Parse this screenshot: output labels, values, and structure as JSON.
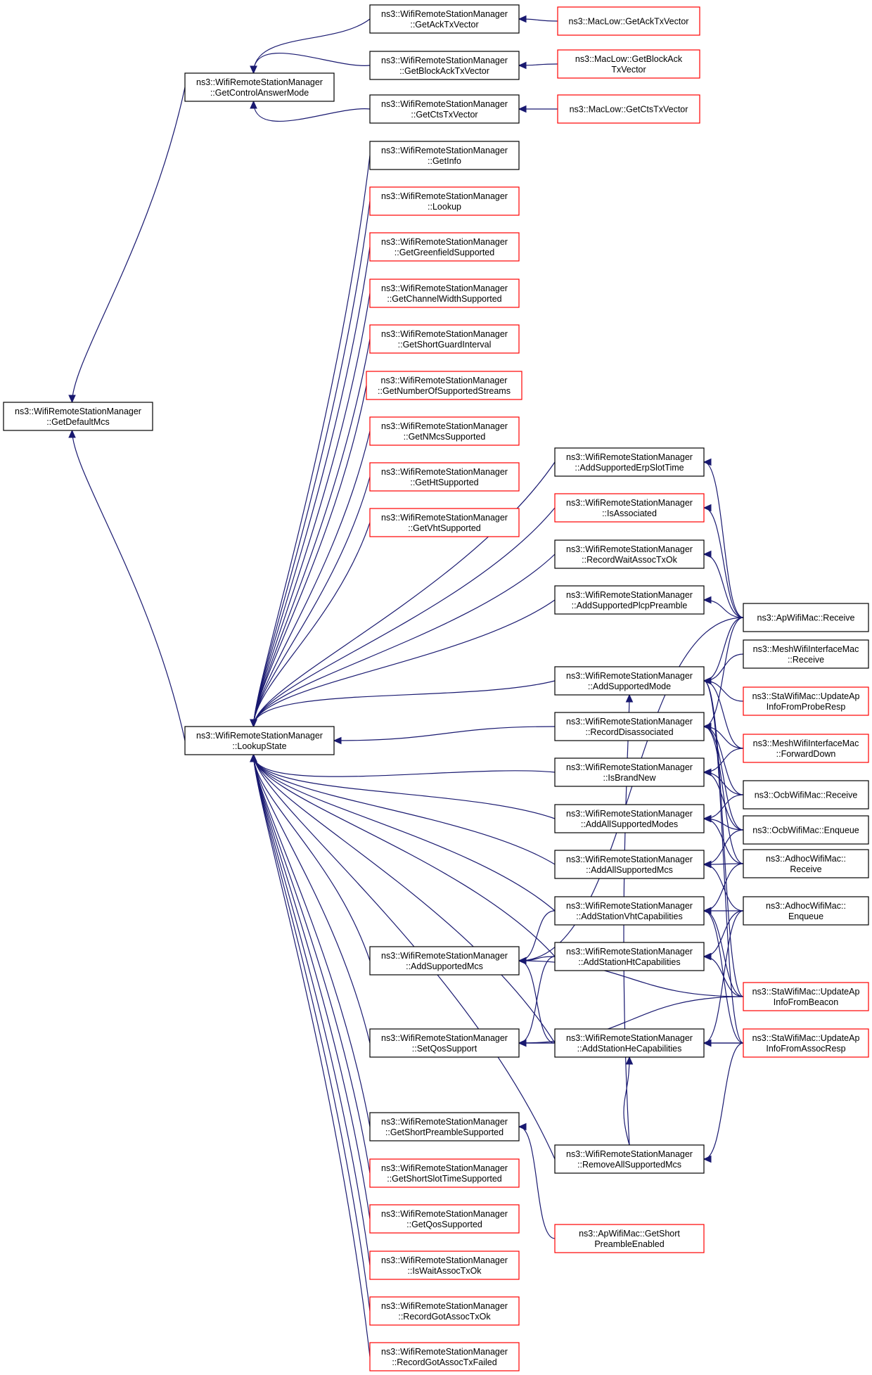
{
  "colors": {
    "edge": "#191970",
    "border_normal": "#000000",
    "border_red": "#ff0000",
    "fill_root": "#bfbfbf",
    "fill_normal": "#ffffff"
  },
  "nodes": [
    {
      "id": "root",
      "lines": [
        "ns3::WifiRemoteStationManager",
        "::GetDefaultMcs"
      ],
      "style": "root"
    },
    {
      "id": "gcam",
      "lines": [
        "ns3::WifiRemoteStationManager",
        "::GetControlAnswerMode"
      ],
      "style": "normal"
    },
    {
      "id": "lookup_state",
      "lines": [
        "ns3::WifiRemoteStationManager",
        "::LookupState"
      ],
      "style": "normal"
    },
    {
      "id": "get_ack",
      "lines": [
        "ns3::WifiRemoteStationManager",
        "::GetAckTxVector"
      ],
      "style": "normal"
    },
    {
      "id": "get_blockack",
      "lines": [
        "ns3::WifiRemoteStationManager",
        "::GetBlockAckTxVector"
      ],
      "style": "normal"
    },
    {
      "id": "get_cts",
      "lines": [
        "ns3::WifiRemoteStationManager",
        "::GetCtsTxVector"
      ],
      "style": "normal"
    },
    {
      "id": "maclow_ack",
      "lines": [
        "ns3::MacLow::GetAckTxVector"
      ],
      "style": "red"
    },
    {
      "id": "maclow_blockack",
      "lines": [
        "ns3::MacLow::GetBlockAck",
        "TxVector"
      ],
      "style": "red"
    },
    {
      "id": "maclow_cts",
      "lines": [
        "ns3::MacLow::GetCtsTxVector"
      ],
      "style": "red"
    },
    {
      "id": "get_info",
      "lines": [
        "ns3::WifiRemoteStationManager",
        "::GetInfo"
      ],
      "style": "normal"
    },
    {
      "id": "lookup",
      "lines": [
        "ns3::WifiRemoteStationManager",
        "::Lookup"
      ],
      "style": "red"
    },
    {
      "id": "greenfield",
      "lines": [
        "ns3::WifiRemoteStationManager",
        "::GetGreenfieldSupported"
      ],
      "style": "red"
    },
    {
      "id": "chanwidth",
      "lines": [
        "ns3::WifiRemoteStationManager",
        "::GetChannelWidthSupported"
      ],
      "style": "red"
    },
    {
      "id": "shortgi",
      "lines": [
        "ns3::WifiRemoteStationManager",
        "::GetShortGuardInterval"
      ],
      "style": "red"
    },
    {
      "id": "numstreams",
      "lines": [
        "ns3::WifiRemoteStationManager",
        "::GetNumberOfSupportedStreams"
      ],
      "style": "red"
    },
    {
      "id": "nmcs",
      "lines": [
        "ns3::WifiRemoteStationManager",
        "::GetNMcsSupported"
      ],
      "style": "red"
    },
    {
      "id": "ht_sup",
      "lines": [
        "ns3::WifiRemoteStationManager",
        "::GetHtSupported"
      ],
      "style": "red"
    },
    {
      "id": "vht_sup",
      "lines": [
        "ns3::WifiRemoteStationManager",
        "::GetVhtSupported"
      ],
      "style": "red"
    },
    {
      "id": "add_erp",
      "lines": [
        "ns3::WifiRemoteStationManager",
        "::AddSupportedErpSlotTime"
      ],
      "style": "normal"
    },
    {
      "id": "is_assoc",
      "lines": [
        "ns3::WifiRemoteStationManager",
        "::IsAssociated"
      ],
      "style": "red"
    },
    {
      "id": "rec_wait",
      "lines": [
        "ns3::WifiRemoteStationManager",
        "::RecordWaitAssocTxOk"
      ],
      "style": "normal"
    },
    {
      "id": "add_plcp",
      "lines": [
        "ns3::WifiRemoteStationManager",
        "::AddSupportedPlcpPreamble"
      ],
      "style": "normal"
    },
    {
      "id": "add_mode",
      "lines": [
        "ns3::WifiRemoteStationManager",
        "::AddSupportedMode"
      ],
      "style": "normal"
    },
    {
      "id": "rec_disassoc",
      "lines": [
        "ns3::WifiRemoteStationManager",
        "::RecordDisassociated"
      ],
      "style": "normal"
    },
    {
      "id": "is_brand",
      "lines": [
        "ns3::WifiRemoteStationManager",
        "::IsBrandNew"
      ],
      "style": "normal"
    },
    {
      "id": "add_all_modes",
      "lines": [
        "ns3::WifiRemoteStationManager",
        "::AddAllSupportedModes"
      ],
      "style": "normal"
    },
    {
      "id": "add_all_mcs",
      "lines": [
        "ns3::WifiRemoteStationManager",
        "::AddAllSupportedMcs"
      ],
      "style": "normal"
    },
    {
      "id": "add_vht",
      "lines": [
        "ns3::WifiRemoteStationManager",
        "::AddStationVhtCapabilities"
      ],
      "style": "normal"
    },
    {
      "id": "add_sup_mcs",
      "lines": [
        "ns3::WifiRemoteStationManager",
        "::AddSupportedMcs"
      ],
      "style": "normal"
    },
    {
      "id": "add_ht",
      "lines": [
        "ns3::WifiRemoteStationManager",
        "::AddStationHtCapabilities"
      ],
      "style": "normal"
    },
    {
      "id": "set_qos",
      "lines": [
        "ns3::WifiRemoteStationManager",
        "::SetQosSupport"
      ],
      "style": "normal"
    },
    {
      "id": "add_he",
      "lines": [
        "ns3::WifiRemoteStationManager",
        "::AddStationHeCapabilities"
      ],
      "style": "normal"
    },
    {
      "id": "short_pre",
      "lines": [
        "ns3::WifiRemoteStationManager",
        "::GetShortPreambleSupported"
      ],
      "style": "normal"
    },
    {
      "id": "rem_all_mcs",
      "lines": [
        "ns3::WifiRemoteStationManager",
        "::RemoveAllSupportedMcs"
      ],
      "style": "normal"
    },
    {
      "id": "short_slot",
      "lines": [
        "ns3::WifiRemoteStationManager",
        "::GetShortSlotTimeSupported"
      ],
      "style": "red"
    },
    {
      "id": "qos_sup",
      "lines": [
        "ns3::WifiRemoteStationManager",
        "::GetQosSupported"
      ],
      "style": "red"
    },
    {
      "id": "is_wait",
      "lines": [
        "ns3::WifiRemoteStationManager",
        "::IsWaitAssocTxOk"
      ],
      "style": "red"
    },
    {
      "id": "rec_got_ok",
      "lines": [
        "ns3::WifiRemoteStationManager",
        "::RecordGotAssocTxOk"
      ],
      "style": "red"
    },
    {
      "id": "rec_got_failed",
      "lines": [
        "ns3::WifiRemoteStationManager",
        "::RecordGotAssocTxFailed"
      ],
      "style": "red"
    },
    {
      "id": "ap_pre",
      "lines": [
        "ns3::ApWifiMac::GetShort",
        "PreambleEnabled"
      ],
      "style": "red"
    },
    {
      "id": "ap_recv",
      "lines": [
        "ns3::ApWifiMac::Receive"
      ],
      "style": "normal"
    },
    {
      "id": "mesh_recv",
      "lines": [
        "ns3::MeshWifiInterfaceMac",
        "::Receive"
      ],
      "style": "normal"
    },
    {
      "id": "sta_probe",
      "lines": [
        "ns3::StaWifiMac::UpdateAp",
        "InfoFromProbeResp"
      ],
      "style": "red"
    },
    {
      "id": "mesh_fwd",
      "lines": [
        "ns3::MeshWifiInterfaceMac",
        "::ForwardDown"
      ],
      "style": "red"
    },
    {
      "id": "ocb_recv",
      "lines": [
        "ns3::OcbWifiMac::Receive"
      ],
      "style": "normal"
    },
    {
      "id": "ocb_enq",
      "lines": [
        "ns3::OcbWifiMac::Enqueue"
      ],
      "style": "normal"
    },
    {
      "id": "adhoc_recv",
      "lines": [
        "ns3::AdhocWifiMac::",
        "Receive"
      ],
      "style": "normal"
    },
    {
      "id": "adhoc_enq",
      "lines": [
        "ns3::AdhocWifiMac::",
        "Enqueue"
      ],
      "style": "normal"
    },
    {
      "id": "sta_beacon",
      "lines": [
        "ns3::StaWifiMac::UpdateAp",
        "InfoFromBeacon"
      ],
      "style": "red"
    },
    {
      "id": "sta_assoc",
      "lines": [
        "ns3::StaWifiMac::UpdateAp",
        "InfoFromAssocResp"
      ],
      "style": "red"
    }
  ],
  "edges": [
    [
      "gcam",
      "root"
    ],
    [
      "lookup_state",
      "root"
    ],
    [
      "get_ack",
      "gcam"
    ],
    [
      "get_blockack",
      "gcam"
    ],
    [
      "get_cts",
      "gcam"
    ],
    [
      "maclow_ack",
      "get_ack"
    ],
    [
      "maclow_blockack",
      "get_blockack"
    ],
    [
      "maclow_cts",
      "get_cts"
    ],
    [
      "get_info",
      "lookup_state"
    ],
    [
      "lookup",
      "lookup_state"
    ],
    [
      "greenfield",
      "lookup_state"
    ],
    [
      "chanwidth",
      "lookup_state"
    ],
    [
      "shortgi",
      "lookup_state"
    ],
    [
      "numstreams",
      "lookup_state"
    ],
    [
      "nmcs",
      "lookup_state"
    ],
    [
      "ht_sup",
      "lookup_state"
    ],
    [
      "vht_sup",
      "lookup_state"
    ],
    [
      "add_erp",
      "lookup_state"
    ],
    [
      "is_assoc",
      "lookup_state"
    ],
    [
      "rec_wait",
      "lookup_state"
    ],
    [
      "add_plcp",
      "lookup_state"
    ],
    [
      "add_mode",
      "lookup_state"
    ],
    [
      "rec_disassoc",
      "lookup_state"
    ],
    [
      "is_brand",
      "lookup_state"
    ],
    [
      "add_all_modes",
      "lookup_state"
    ],
    [
      "add_all_mcs",
      "lookup_state"
    ],
    [
      "add_vht",
      "lookup_state"
    ],
    [
      "add_sup_mcs",
      "lookup_state"
    ],
    [
      "add_ht",
      "lookup_state"
    ],
    [
      "set_qos",
      "lookup_state"
    ],
    [
      "add_he",
      "lookup_state"
    ],
    [
      "short_pre",
      "lookup_state"
    ],
    [
      "rem_all_mcs",
      "lookup_state"
    ],
    [
      "short_slot",
      "lookup_state"
    ],
    [
      "qos_sup",
      "lookup_state"
    ],
    [
      "is_wait",
      "lookup_state"
    ],
    [
      "rec_got_ok",
      "lookup_state"
    ],
    [
      "rec_got_failed",
      "lookup_state"
    ],
    [
      "ap_recv",
      "add_erp"
    ],
    [
      "ap_recv",
      "is_assoc"
    ],
    [
      "ap_recv",
      "rec_wait"
    ],
    [
      "ap_recv",
      "add_plcp"
    ],
    [
      "ap_recv",
      "add_mode"
    ],
    [
      "ap_recv",
      "rec_disassoc"
    ],
    [
      "ap_recv",
      "add_sup_mcs"
    ],
    [
      "mesh_recv",
      "add_mode"
    ],
    [
      "sta_probe",
      "add_mode"
    ],
    [
      "mesh_fwd",
      "add_mode"
    ],
    [
      "mesh_fwd",
      "rec_disassoc"
    ],
    [
      "mesh_fwd",
      "is_brand"
    ],
    [
      "ocb_recv",
      "rec_disassoc"
    ],
    [
      "ocb_recv",
      "is_brand"
    ],
    [
      "ocb_recv",
      "add_all_modes"
    ],
    [
      "ocb_enq",
      "rec_disassoc"
    ],
    [
      "ocb_enq",
      "is_brand"
    ],
    [
      "ocb_enq",
      "add_all_modes"
    ],
    [
      "ocb_enq",
      "add_all_mcs"
    ],
    [
      "adhoc_recv",
      "rec_disassoc"
    ],
    [
      "adhoc_recv",
      "add_all_modes"
    ],
    [
      "adhoc_recv",
      "add_all_mcs"
    ],
    [
      "adhoc_recv",
      "add_vht"
    ],
    [
      "adhoc_enq",
      "add_all_mcs"
    ],
    [
      "adhoc_enq",
      "add_vht"
    ],
    [
      "adhoc_enq",
      "add_ht"
    ],
    [
      "adhoc_enq",
      "add_he"
    ],
    [
      "sta_beacon",
      "add_mode"
    ],
    [
      "sta_beacon",
      "add_vht"
    ],
    [
      "sta_beacon",
      "add_ht"
    ],
    [
      "sta_beacon",
      "add_sup_mcs"
    ],
    [
      "sta_beacon",
      "set_qos"
    ],
    [
      "sta_assoc",
      "add_mode"
    ],
    [
      "sta_assoc",
      "add_vht"
    ],
    [
      "sta_assoc",
      "add_he"
    ],
    [
      "sta_assoc",
      "set_qos"
    ],
    [
      "sta_assoc",
      "rem_all_mcs"
    ],
    [
      "add_vht",
      "add_sup_mcs"
    ],
    [
      "add_ht",
      "add_sup_mcs"
    ],
    [
      "add_he",
      "add_sup_mcs"
    ],
    [
      "add_he",
      "set_qos"
    ],
    [
      "add_ht",
      "set_qos"
    ],
    [
      "ap_pre",
      "short_pre"
    ],
    [
      "rem_all_mcs",
      "add_mode"
    ],
    [
      "rem_all_mcs",
      "add_he"
    ]
  ]
}
